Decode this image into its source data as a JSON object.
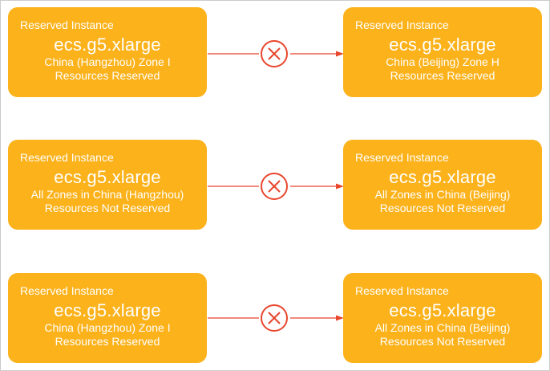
{
  "colors": {
    "box_fill": "#fbb21b",
    "box_text": "#ffffff",
    "connector": "#e8462d"
  },
  "rows": [
    {
      "left": {
        "label": "Reserved Instance",
        "title": "ecs.g5.xlarge",
        "line1": "China (Hangzhou) Zone I",
        "line2": "Resources Reserved"
      },
      "connector_icon": "cross-circle-icon",
      "right": {
        "label": "Reserved Instance",
        "title": "ecs.g5.xlarge",
        "line1": "China (Beijing) Zone H",
        "line2": "Resources Reserved"
      }
    },
    {
      "left": {
        "label": "Reserved Instance",
        "title": "ecs.g5.xlarge",
        "line1": "All Zones in China (Hangzhou)",
        "line2": "Resources Not Reserved"
      },
      "connector_icon": "cross-circle-icon",
      "right": {
        "label": "Reserved Instance",
        "title": "ecs.g5.xlarge",
        "line1": "All Zones in China (Beijing)",
        "line2": "Resources Not Reserved"
      }
    },
    {
      "left": {
        "label": "Reserved Instance",
        "title": "ecs.g5.xlarge",
        "line1": "China (Hangzhou) Zone I",
        "line2": "Resources Reserved"
      },
      "connector_icon": "cross-circle-icon",
      "right": {
        "label": "Reserved Instance",
        "title": "ecs.g5.xlarge",
        "line1": "All Zones in China (Beijing)",
        "line2": "Resources Not Reserved"
      }
    }
  ]
}
